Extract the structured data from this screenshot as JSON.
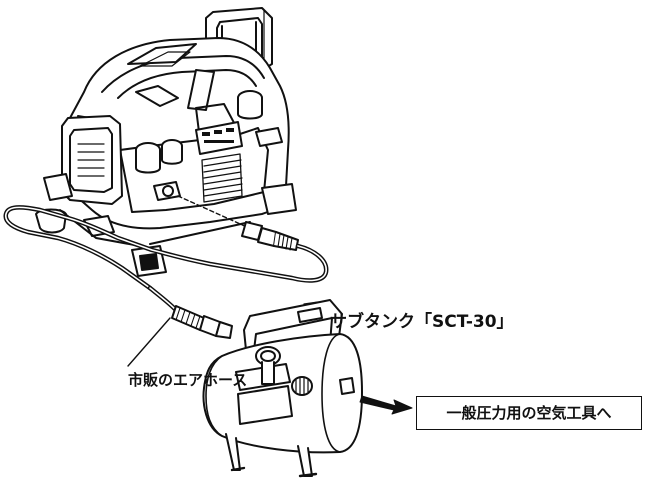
{
  "labels": {
    "subtank": "サブタンク「SCT-30」",
    "hose": "市販のエアホース",
    "destination": "一般圧力用の空気工具へ"
  },
  "colors": {
    "line": "#111111",
    "background": "#ffffff"
  },
  "icons": {
    "compressor": "air-compressor-icon",
    "subtank": "sub-tank-icon",
    "hose": "air-hose-icon",
    "arrow": "arrow-right-icon"
  }
}
